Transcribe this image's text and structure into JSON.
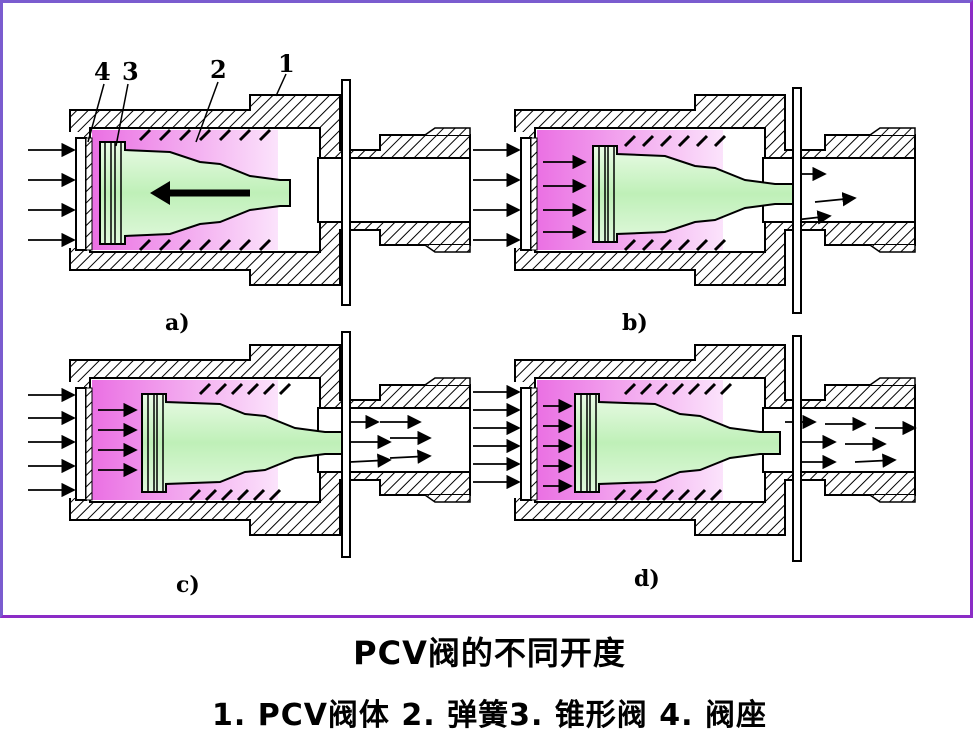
{
  "callouts": [
    "4",
    "3",
    "2",
    "1"
  ],
  "panels": [
    {
      "label": "a)"
    },
    {
      "label": "b)"
    },
    {
      "label": "c)"
    },
    {
      "label": "d)"
    }
  ],
  "caption": {
    "title": "PCV阀的不同开度",
    "parts": "1. PCV阀体 2. 弹簧3. 锥形阀 4. 阀座"
  },
  "colors": {
    "frame": "#8B2CC6",
    "chamber": "#f080e8",
    "valve": "#c8f2c4",
    "hatch": "#000000"
  }
}
